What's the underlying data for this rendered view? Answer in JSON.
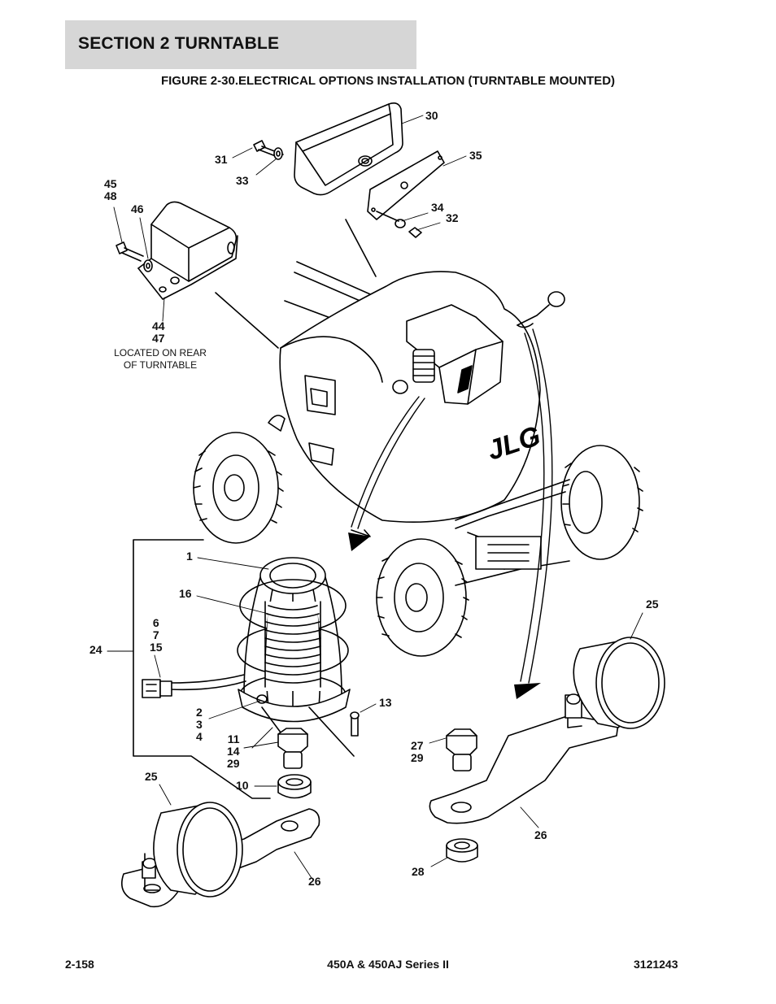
{
  "header": {
    "section_title": "SECTION 2   TURNTABLE"
  },
  "figure": {
    "title": "FIGURE 2-30.ELECTRICAL OPTIONS INSTALLATION (TURNTABLE MOUNTED)"
  },
  "callouts": {
    "c30": "30",
    "c35": "35",
    "c31": "31",
    "c33": "33",
    "c34": "34",
    "c32": "32",
    "c45_48": "45\n48",
    "c46": "46",
    "c44_47": "44\n47",
    "c1": "1",
    "c16": "16",
    "c6_7_15": "6\n7\n15",
    "c24": "24",
    "c2_3_4": "2\n3\n4",
    "c11_14_29": "11\n14\n29",
    "c13": "13",
    "c10": "10",
    "c25_left": "25",
    "c26_left": "26",
    "c25_right": "25",
    "c27_29": "27\n29",
    "c26_right": "26",
    "c28": "28"
  },
  "notes": {
    "rear_location": "LOCATED ON REAR\nOF TURNTABLE"
  },
  "logo_text": "JLG",
  "footer": {
    "page_number": "2-158",
    "model": "450A & 450AJ Series II",
    "part_number": "3121243"
  }
}
